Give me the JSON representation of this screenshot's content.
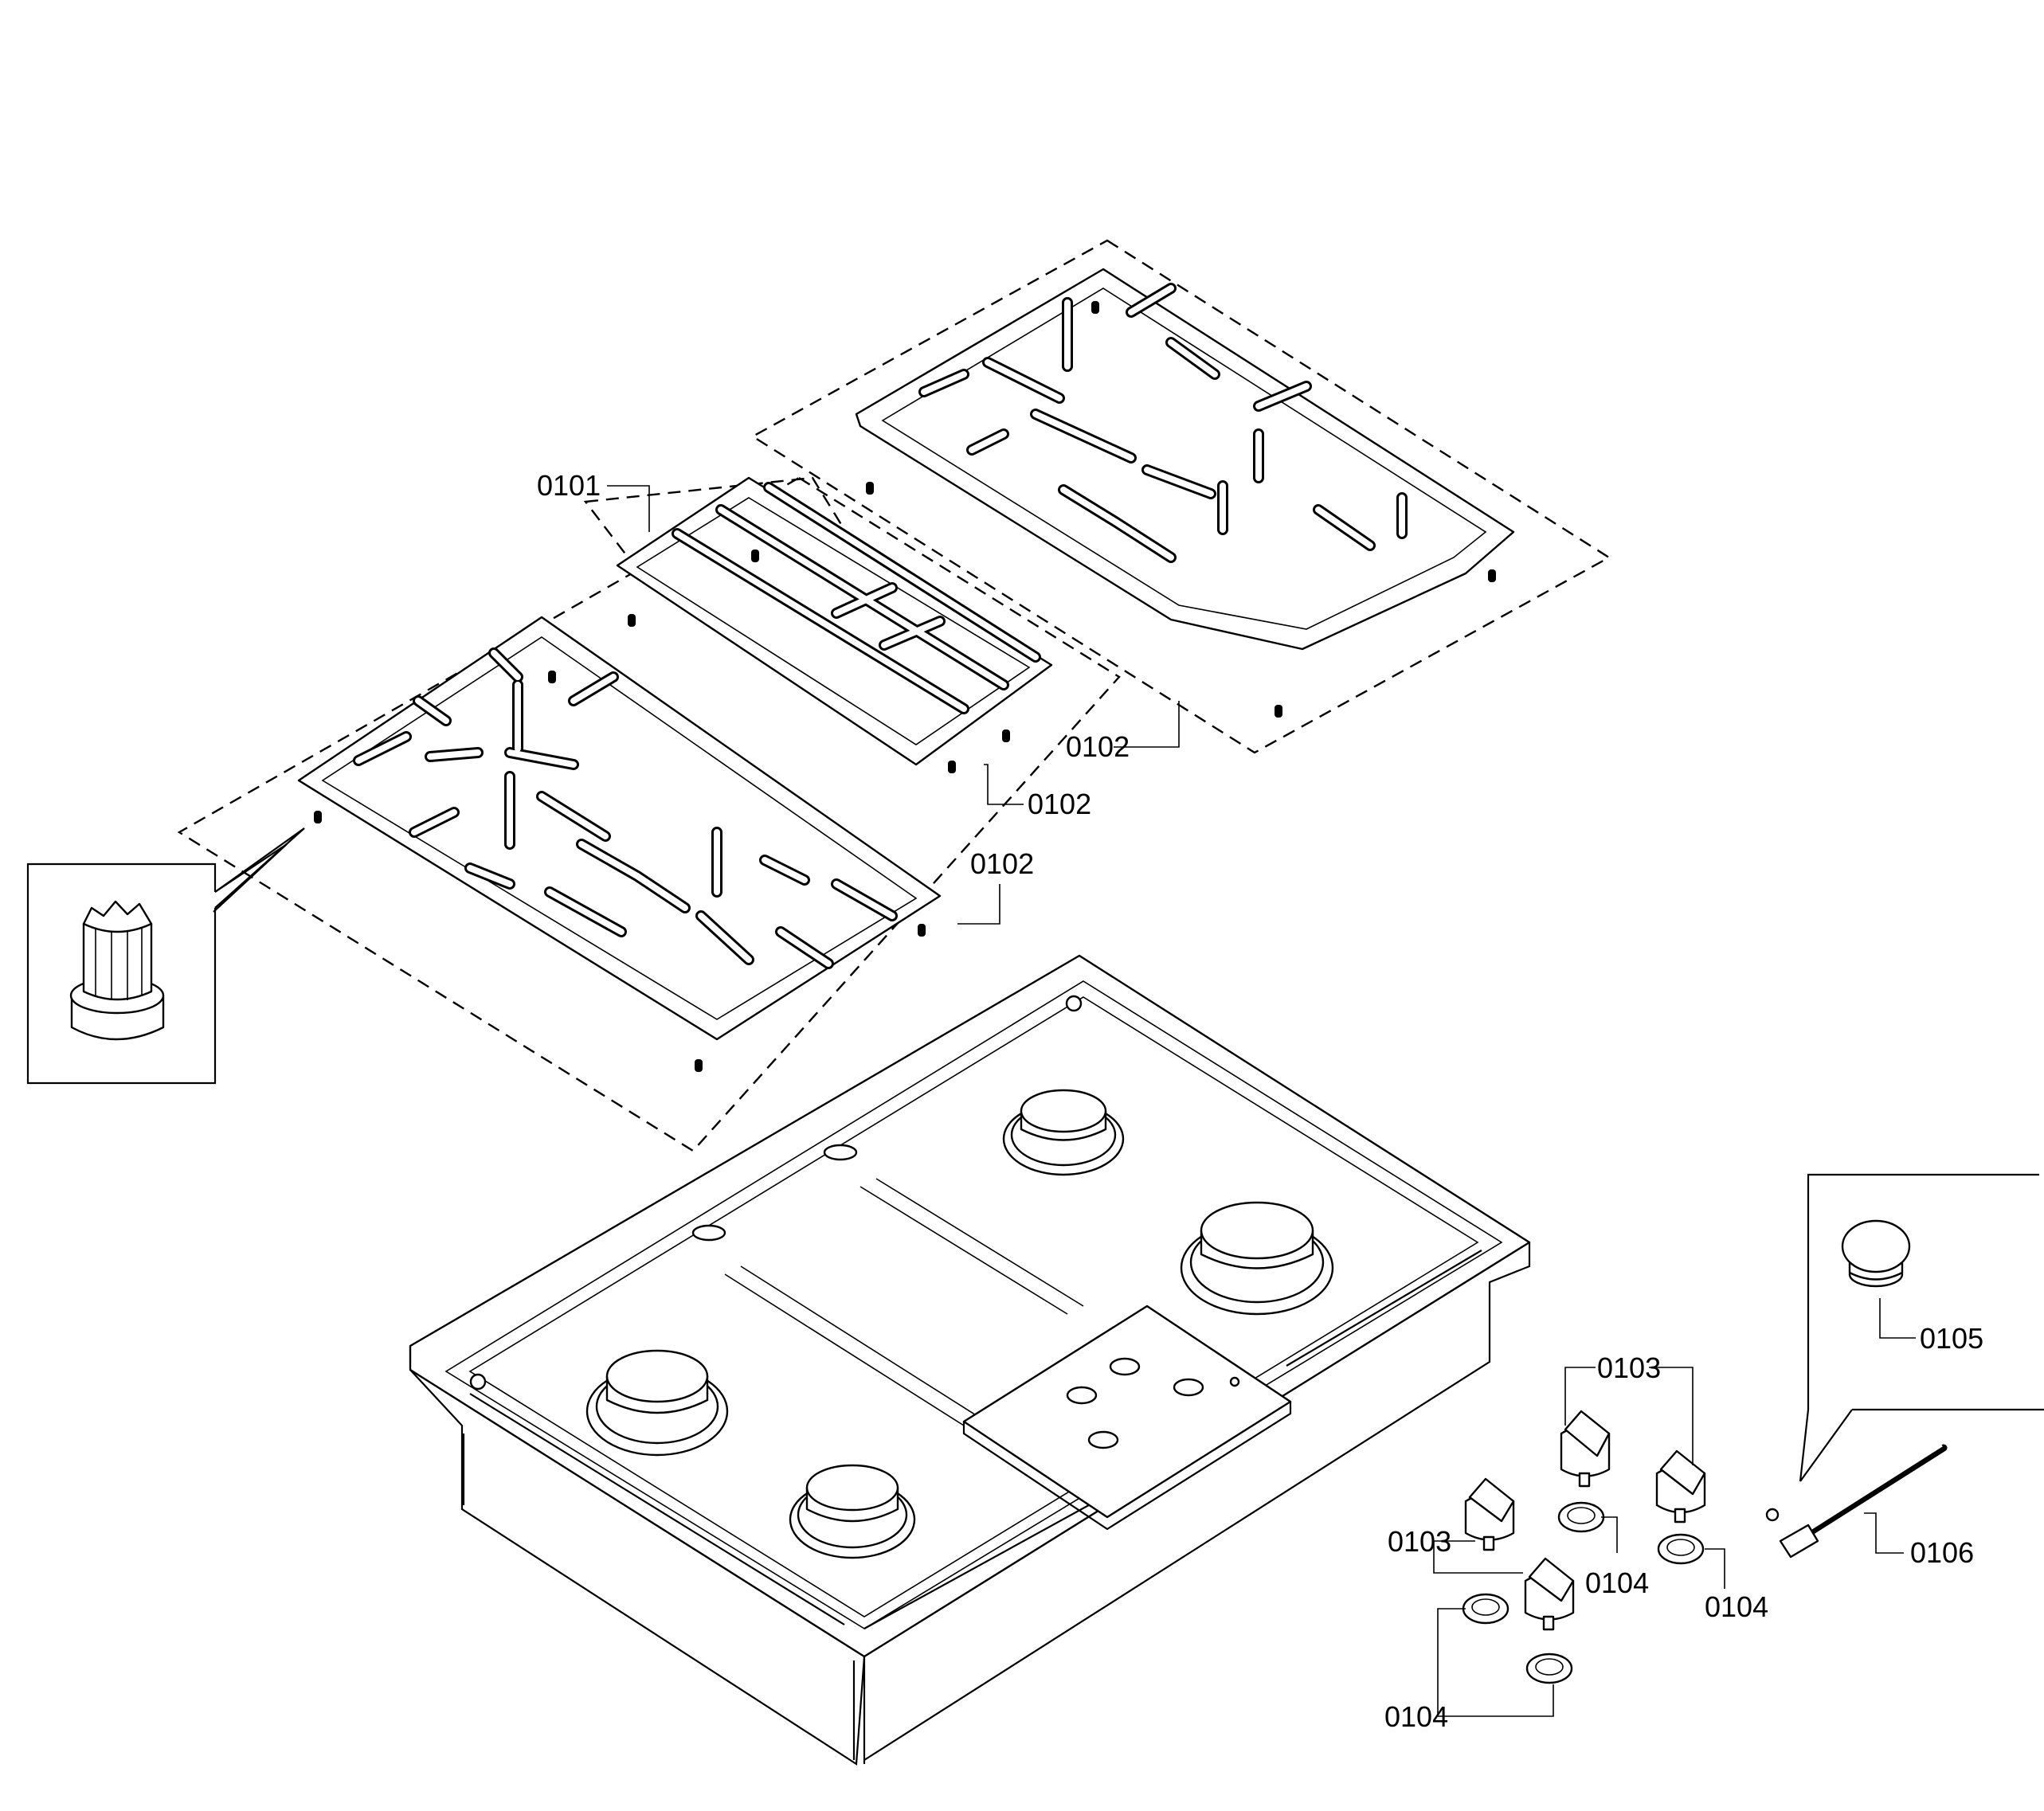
{
  "callouts": {
    "grate_center": "0101",
    "bumper_a": "0102",
    "bumper_b": "0102",
    "bumper_c": "0102",
    "knob_top": "0103",
    "knob_left": "0103",
    "ring_a": "0104",
    "ring_b": "0104",
    "ring_c": "0104",
    "cap": "0105",
    "electrode": "0106"
  }
}
